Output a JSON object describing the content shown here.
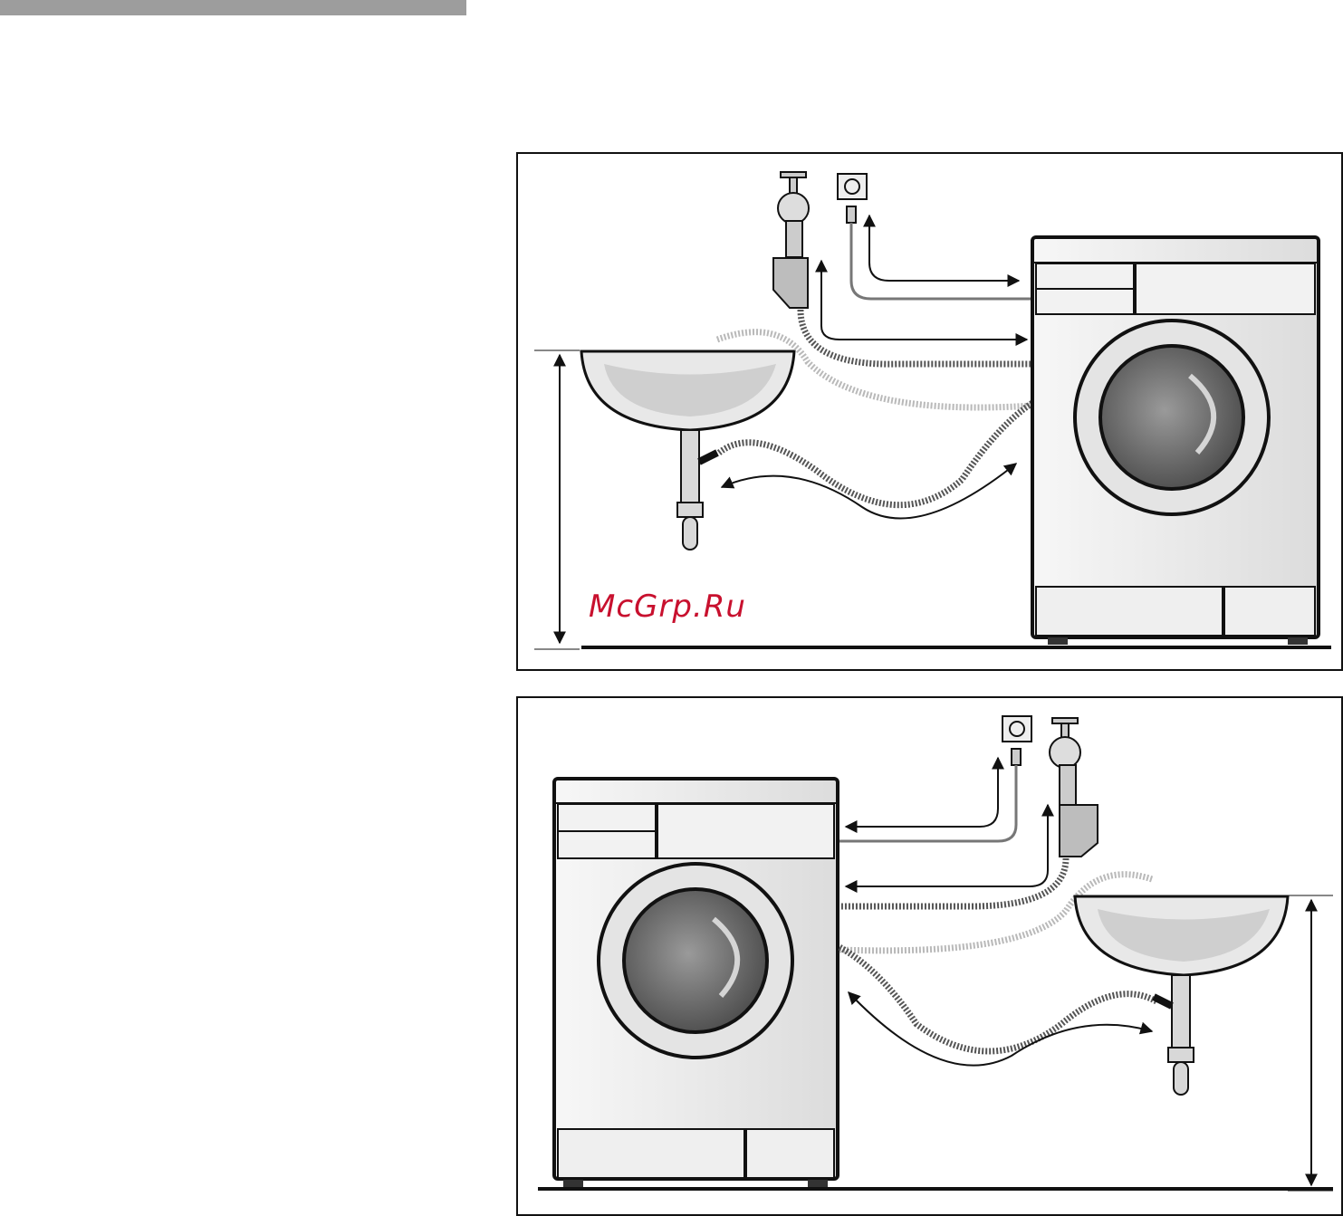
{
  "page": {
    "watermark": "McGrp.Ru"
  },
  "figures": [
    {
      "name": "installation-left-of-sink"
    },
    {
      "name": "installation-right-of-sink"
    }
  ],
  "colors": {
    "header_bar": "#9d9d9d",
    "watermark": "#c8102e",
    "outline": "#111111",
    "appliance_fill": "#efefef",
    "door_glass": "#6f6f6f"
  }
}
